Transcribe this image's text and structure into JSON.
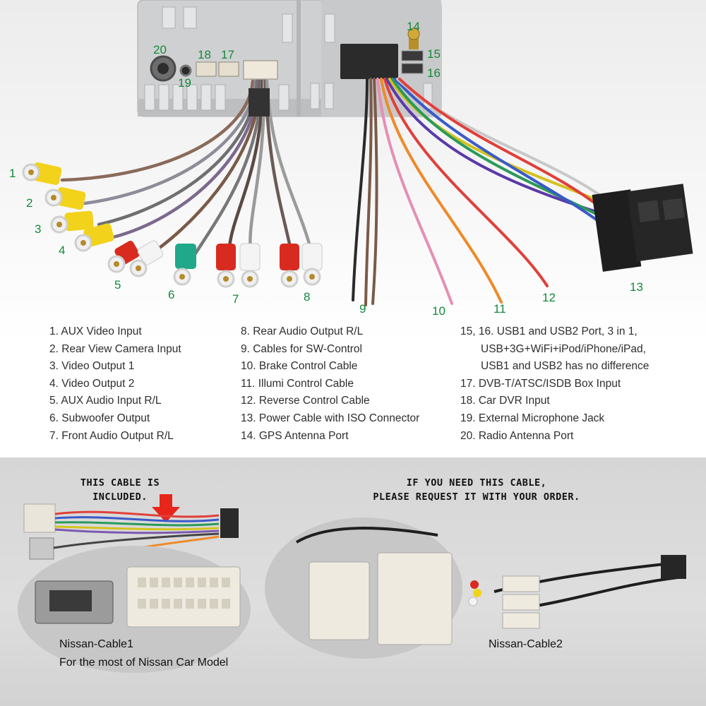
{
  "diagram": {
    "callouts": [
      "1",
      "2",
      "3",
      "4",
      "5",
      "6",
      "7",
      "8",
      "9",
      "10",
      "11",
      "12",
      "13",
      "14",
      "15",
      "16",
      "17",
      "18",
      "19",
      "20"
    ],
    "legend": {
      "col1": [
        "1. AUX Video Input",
        "2. Rear View Camera Input",
        "3. Video Output 1",
        "4. Video Output 2",
        "5. AUX Audio Input R/L",
        "6. Subwoofer Output",
        "7. Front Audio Output R/L"
      ],
      "col2": [
        "8. Rear Audio Output R/L",
        "9. Cables for SW-Control",
        "10. Brake Control Cable",
        "11. Illumi Control Cable",
        "12. Reverse Control Cable",
        "13. Power Cable with ISO Connector",
        "14. GPS Antenna Port"
      ],
      "col3": [
        "15, 16.  USB1 and USB2 Port, 3 in 1,",
        "USB+3G+WiFi+iPod/iPhone/iPad,",
        "USB1 and USB2 has no difference",
        "17. DVB-T/ATSC/ISDB Box Input",
        "18. Car DVR Input",
        "19. External Microphone Jack",
        "20. Radio Antenna Port"
      ]
    }
  },
  "cables": {
    "included_banner": "THIS CABLE IS INCLUDED.",
    "request_banner_line1": "IF YOU NEED THIS CABLE,",
    "request_banner_line2": "PLEASE REQUEST IT WITH YOUR ORDER.",
    "cable1_name": "Nissan-Cable1",
    "cable1_note": "For the most of Nissan Car Model",
    "cable2_name": "Nissan-Cable2"
  },
  "colors": {
    "label_green": "#138a3a",
    "arrow_red": "#e8251b",
    "rca_yellow": "#f2d21a",
    "rca_red": "#d92a1f",
    "rca_white": "#f4f4f4",
    "rca_teal": "#1fa889"
  }
}
